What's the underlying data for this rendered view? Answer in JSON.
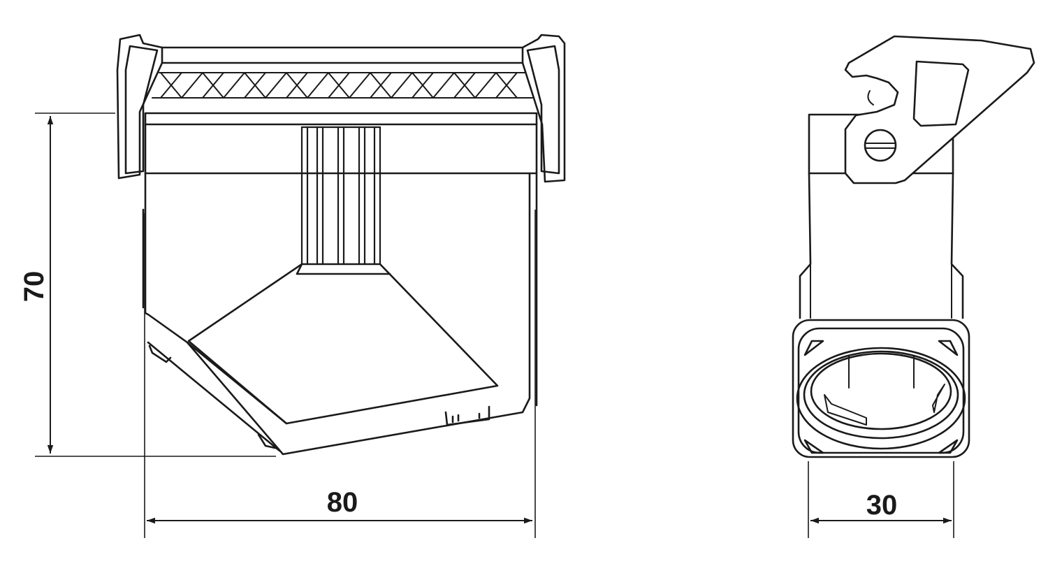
{
  "drawing": {
    "line_color": "#1a1a1a",
    "background": "#ffffff",
    "dimensions": {
      "height": "70",
      "width_front": "80",
      "width_side": "30"
    }
  }
}
